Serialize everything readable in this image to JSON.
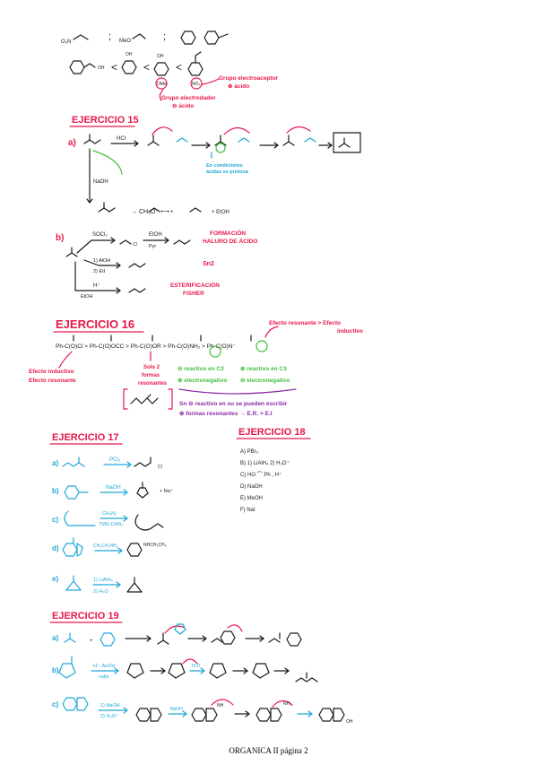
{
  "top": {
    "row1_labels": [
      "O₂N",
      ";",
      "MeO",
      ";"
    ],
    "greater_signs": [
      "<",
      "<",
      "<"
    ],
    "substituents": [
      "OH",
      "OH",
      "OH",
      "OMe",
      "NO₂"
    ],
    "notes": {
      "acceptor": "Grupo electroaceptor",
      "acceptor_sub": "⊕ ácido",
      "donor": "Grupo electrodador",
      "donor_sub": "⊖ ácido"
    }
  },
  "ex15": {
    "title": "EJERCICIO 15",
    "a_label": "a)",
    "reagents": [
      "HCl",
      "NaOH"
    ],
    "note_lines": [
      "En condiciones",
      "ácidas se protona"
    ],
    "naoh_products": "→ CH₃O⁻ ⟷",
    "naoh_tail": "+ EtOH",
    "b_label": "b)",
    "b_reagents": [
      "SOCl₂",
      "EtOH",
      "Pyr",
      "1) AlOH",
      "2) EtI",
      "H⁺",
      "EtOH"
    ],
    "b_cl": "Cl",
    "b_notes": [
      "FORMACIÓN",
      "HALURO DE ÁCIDO",
      "Sn2",
      "ESTERIFICACIÓN",
      "FISHER"
    ]
  },
  "ex16": {
    "title": "EJERCICIO 16",
    "chain": "Ph-C(O)Cl > Ph-C(O)OCC > Ph-C(O)OR > Ph-C(O)NH₂ > Ph-C(O)N⁻",
    "left_notes": [
      "Efecto inductivo",
      "Efecto resonante"
    ],
    "mid_notes": [
      "Solo 2",
      "formas",
      "resonantes"
    ],
    "top_note_1": "Efecto resonante > Efecto",
    "top_note_2": "inductivo",
    "green_notes": [
      "⊖ reactivo en C3",
      "⊕ electronegativo",
      "⊕ reactivo en C3",
      "⊖ electronegativo"
    ],
    "purple_notes": [
      "Sn ⊖ reactivo en su se pueden escribir",
      "⊕ formas resonantes → E.R. > E.I"
    ]
  },
  "ex17": {
    "title": "EJERCICIO 17",
    "items": [
      {
        "label": "a)",
        "reagent": "PCl₅",
        "product_text": "Cl"
      },
      {
        "label": "b)",
        "reagent": "NaOH",
        "product_text": "+ Na⁺"
      },
      {
        "label": "c)",
        "reagent": "CH₂N₂",
        "reagent2": "TMS-CHN₂"
      },
      {
        "label": "d)",
        "reagent": "CH₃CH₂NH₂",
        "product_text": "NHCH₂CH₃"
      },
      {
        "label": "e)",
        "reagent": "1) LiAlH₄",
        "reagent2": "2) H₂O"
      }
    ]
  },
  "ex18": {
    "title": "EJERCICIO 18",
    "items": [
      "A) PBr₃",
      "B) 1) LiAlH₄   2) H₃O⁺",
      "C) HO ⌒ Ph , H⁺",
      "D) NaOH",
      "E) MeOH",
      "F) NaI"
    ]
  },
  "ex19": {
    "title": "EJERCICIO 19",
    "a_label": "a)",
    "b_label": "b)",
    "c_label": "c)",
    "b_reagents": [
      "H⁺, AcOH",
      "calor",
      "H₂O"
    ],
    "c_reagents": [
      "1) NaOH",
      "2) H₃O⁺",
      "NaOH"
    ],
    "c_labels": [
      "NH",
      "NH₂",
      "OH"
    ]
  },
  "footer": "ORGANICA II página 2",
  "colors": {
    "red": "#e8174a",
    "blue": "#1fa6d8",
    "green": "#3fbf3a",
    "purple": "#8c2ba8",
    "ink": "#1a1a1a"
  }
}
